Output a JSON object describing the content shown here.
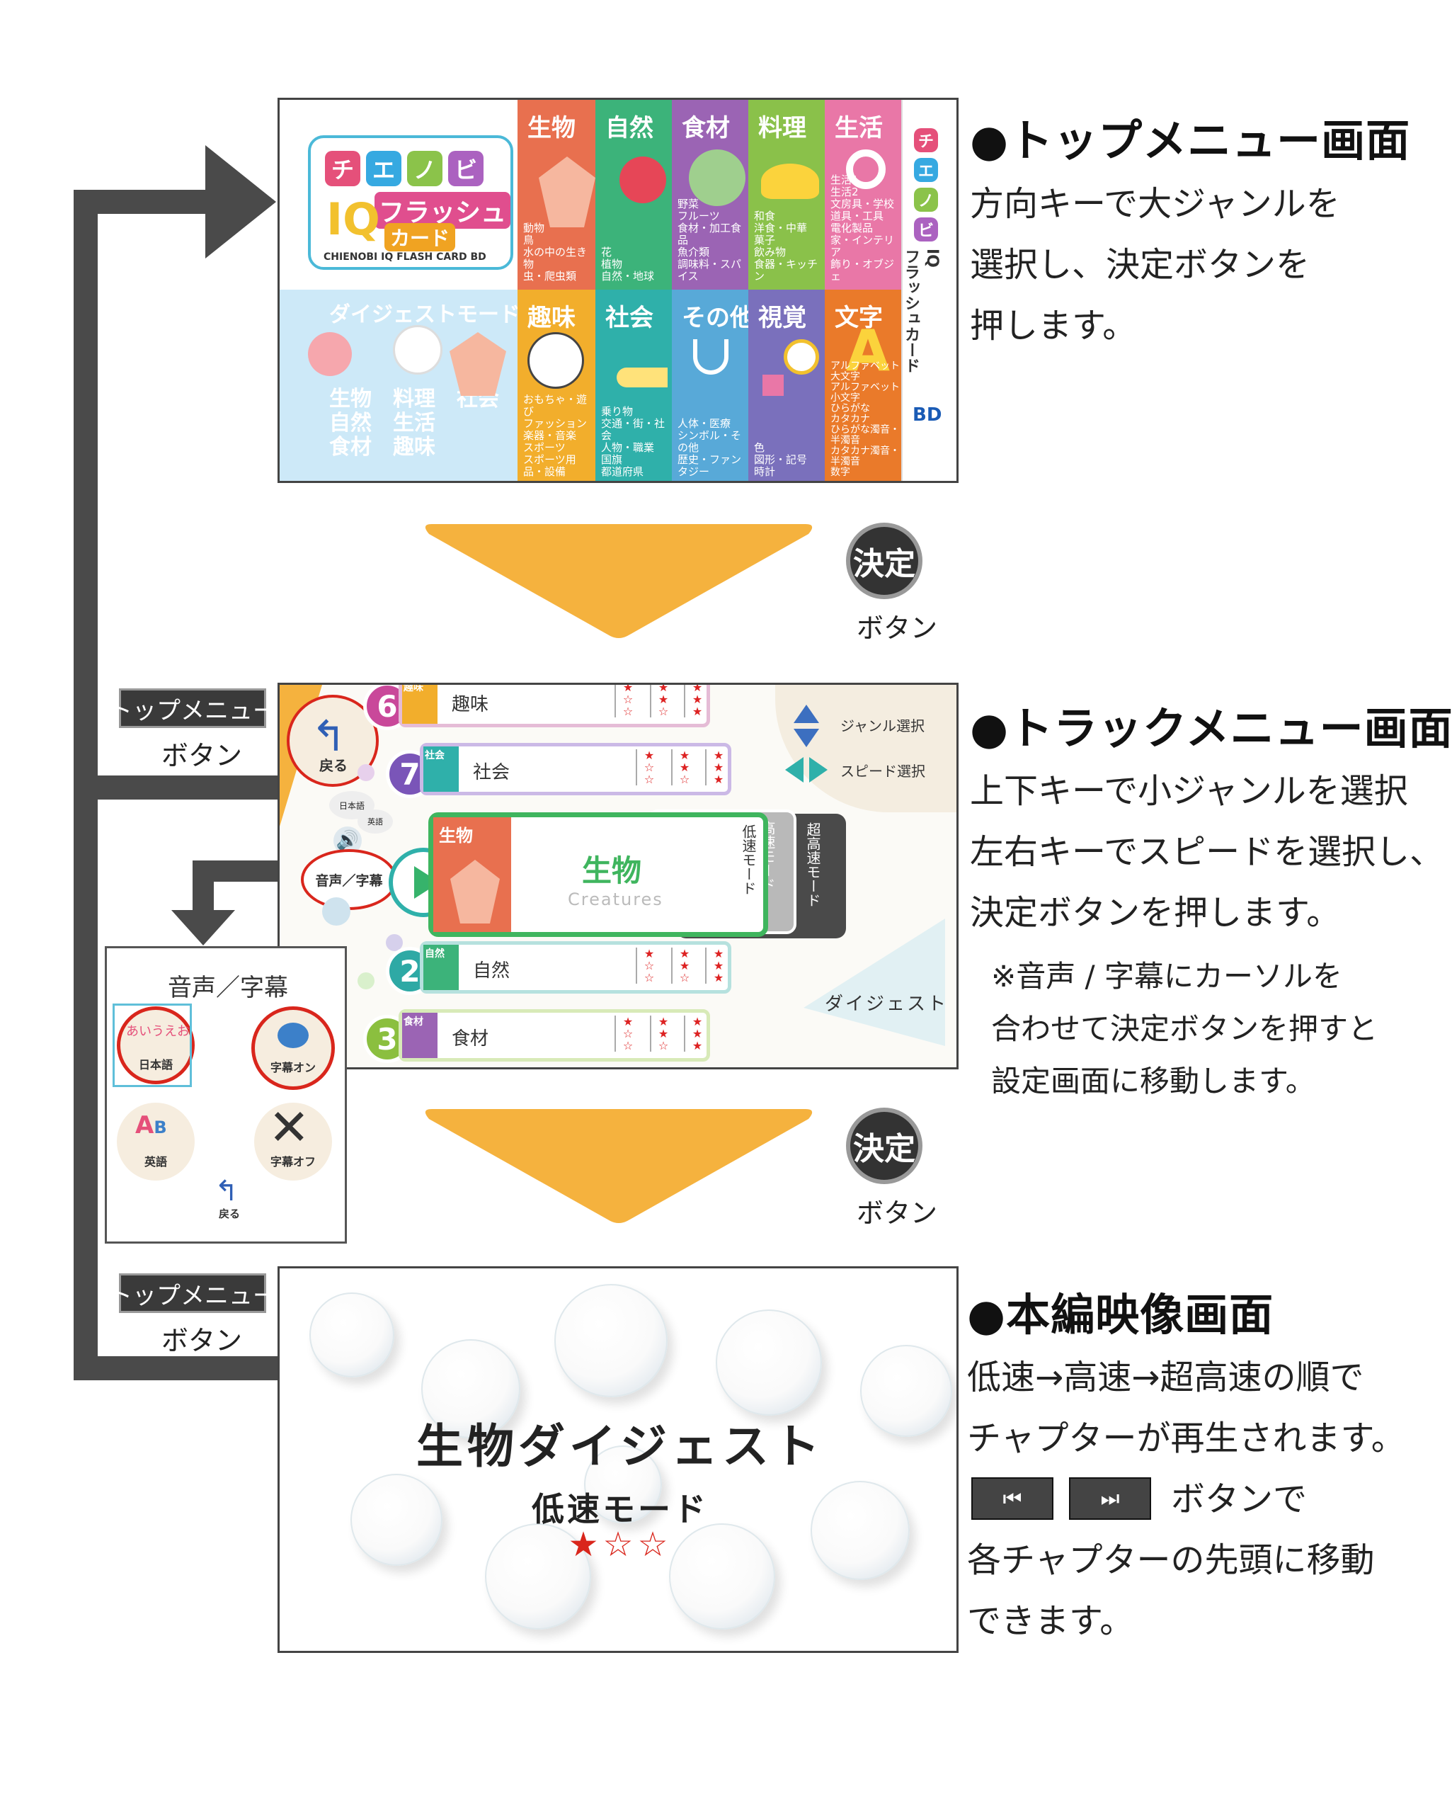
{
  "sections": {
    "top": {
      "heading": "●トップメニュー画面",
      "lines": [
        "方向キーで大ジャンルを",
        "選択し、決定ボタンを",
        "押します。"
      ]
    },
    "track": {
      "heading": "●トラックメニュー画面",
      "lines": [
        "上下キーで小ジャンルを選択",
        "左右キーでスピードを選択し、",
        "決定ボタンを押します。"
      ],
      "note": [
        "※音声 / 字幕にカーソルを",
        "合わせて決定ボタンを押すと",
        "設定画面に移動します。"
      ]
    },
    "main": {
      "heading": "●本編映像画面",
      "lines": [
        "低速→高速→超高速の順で",
        "チャプターが再生されます。",
        "ボタンで",
        "各チャプターの先頭に移動",
        "できます。"
      ]
    }
  },
  "kettei": {
    "circle": "決定",
    "label": "ボタン"
  },
  "top_menu_button": {
    "title": "トップメニュー",
    "label": "ボタン"
  },
  "top_menu": {
    "logo_chars": [
      "チ",
      "エ",
      "ノ",
      "ビ"
    ],
    "logo_flash": "フラッシュ",
    "logo_card": "カード",
    "logo_sub": "CHIENOBI IQ FLASH CARD BD",
    "digest_title": "ダイジェストモード",
    "digest_genres": "生物　料理　社会\n自然　生活\n食材　趣味",
    "tiles": [
      {
        "name": "生物",
        "sub": "動物\n鳥\n水の中の生き物\n虫・爬虫類",
        "color": "#e8704f"
      },
      {
        "name": "自然",
        "sub": "花\n植物\n自然・地球",
        "color": "#3cb37a"
      },
      {
        "name": "食材",
        "sub": "野菜\nフルーツ\n食材・加工食品\n魚介類\n調味料・スパイス",
        "color": "#9b64b4"
      },
      {
        "name": "料理",
        "sub": "和食\n洋食・中華\n菓子\n飲み物\n食器・キッチン",
        "color": "#8ac14a"
      },
      {
        "name": "生活",
        "sub": "生活1\n生活2\n文房具・学校\n道具・工具\n電化製品\n家・インテリア\n飾り・オブジェ",
        "color": "#e977a7"
      },
      {
        "name": "趣味",
        "sub": "おもちゃ・遊び\nファッション\n楽器・音楽\nスポーツ\nスポーツ用品・設備",
        "color": "#f2ae2c"
      },
      {
        "name": "社会",
        "sub": "乗り物\n交通・街・社会\n人物・職業\n国旗\n都道府県",
        "color": "#2fb0aa"
      },
      {
        "name": "その他",
        "sub": "人体・医療\nシンボル・その他\n歴史・ファンタジー",
        "color": "#58a9d8"
      },
      {
        "name": "視覚",
        "sub": "色\n図形・記号\n時計",
        "color": "#7a70bc"
      },
      {
        "name": "文字",
        "sub": "アルファベット大文字\nアルファベット小文字\nひらがな\nカタカナ\nひらがな濁音・半濁音\nカタカナ濁音・半濁音\n数字",
        "color": "#ea7a2a"
      }
    ],
    "strip_chars": [
      "チ",
      "エ",
      "ノ",
      "ビ"
    ],
    "strip_text": "IQ\nフラッシュカード",
    "strip_bd": "BD"
  },
  "track_menu": {
    "back": "戻る",
    "jp": "日本語",
    "en": "英語",
    "audio_subtitle": "音声／字幕",
    "genre_select": "ジャンル選択",
    "speed_select": "スピード選択",
    "digest": "ダイジェスト",
    "tracks": [
      {
        "num": "6",
        "tag": "趣味",
        "label": "趣味",
        "color": "#c9489a"
      },
      {
        "num": "7",
        "tag": "社会",
        "label": "社会",
        "color": "#7a55b8"
      },
      {
        "num": "2",
        "tag": "自然",
        "label": "自然",
        "color": "#2ea9a5"
      },
      {
        "num": "3",
        "tag": "食材",
        "label": "食材",
        "color": "#8bbf3f"
      }
    ],
    "selected": {
      "tag": "生物",
      "title": "生物",
      "en": "Creatures",
      "low": "低速モード",
      "high": "高速モード",
      "ultra": "超高速モード"
    }
  },
  "settings": {
    "title": "音声／字幕",
    "jp": "日本語",
    "jp_kana": "あいうえお",
    "sub_on": "字幕オン",
    "en": "英語",
    "sub_off": "字幕オフ",
    "back": "戻る"
  },
  "main_screen": {
    "title": "生物ダイジェスト",
    "mode": "低速モード",
    "stars": "★☆☆"
  },
  "buttons": {
    "prev": "⏮",
    "next": "⏭"
  },
  "colors": {
    "arrow": "#f5b23e",
    "flow": "#4a4a4a",
    "red": "#d9261c"
  }
}
